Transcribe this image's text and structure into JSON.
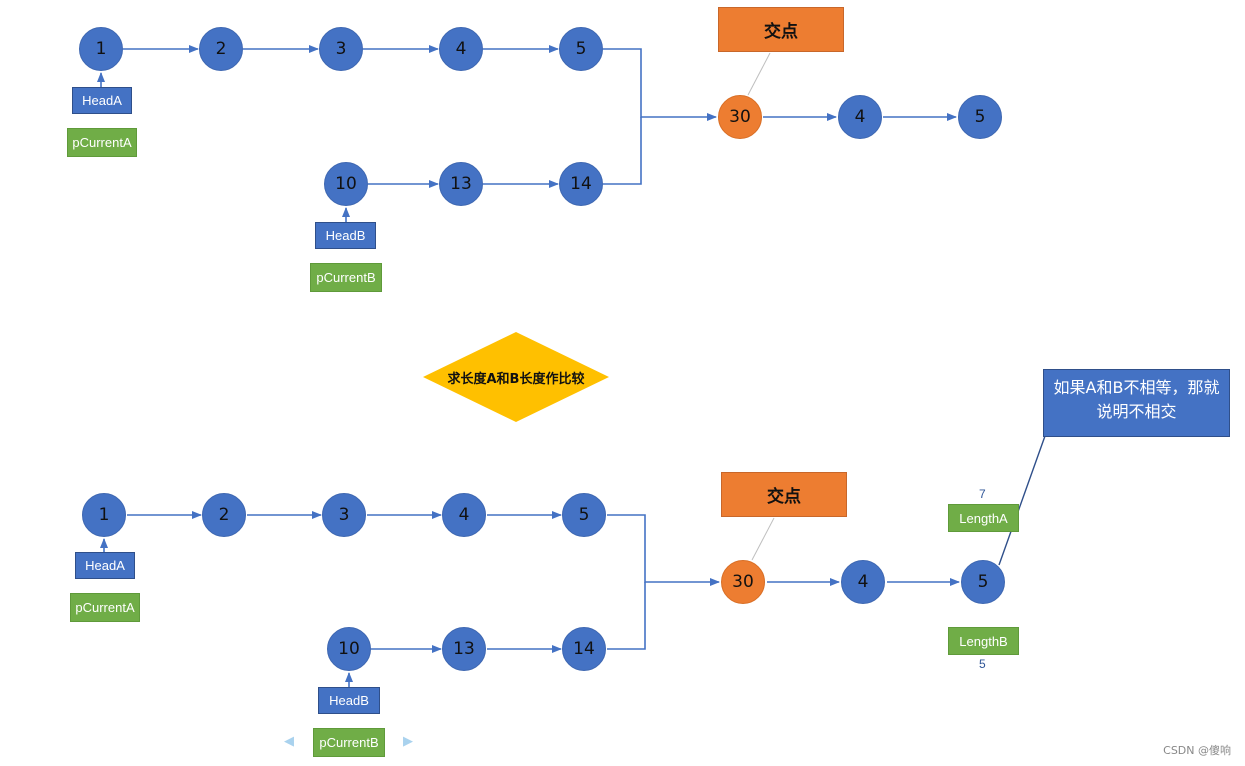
{
  "top": {
    "listA": [
      "1",
      "2",
      "3",
      "4",
      "5"
    ],
    "listB": [
      "10",
      "13",
      "14"
    ],
    "shared": [
      "30",
      "4",
      "5"
    ],
    "intersect_label": "交点",
    "headA": "HeadA",
    "currentA": "pCurrentA",
    "headB": "HeadB",
    "currentB": "pCurrentB"
  },
  "decision": "求长度A和B长度作比较",
  "bottom": {
    "listA": [
      "1",
      "2",
      "3",
      "4",
      "5"
    ],
    "listB": [
      "10",
      "13",
      "14"
    ],
    "shared": [
      "30",
      "4",
      "5"
    ],
    "intersect_label": "交点",
    "headA": "HeadA",
    "currentA": "pCurrentA",
    "headB": "HeadB",
    "currentB": "pCurrentB",
    "lengthA_label": "LengthA",
    "lengthA_value": "7",
    "lengthB_label": "LengthB",
    "lengthB_value": "5",
    "note": "如果A和B不相等，那就说明不相交"
  },
  "colors": {
    "node": "#4472c4",
    "intersection": "#ed7d31",
    "pointer": "#70ad47",
    "head": "#4472c4",
    "decision": "#ffc000",
    "arrow": "#4472c4"
  },
  "watermark": "CSDN @傻响",
  "icons": {
    "prev": "caret-left-icon",
    "next": "caret-right-icon"
  }
}
